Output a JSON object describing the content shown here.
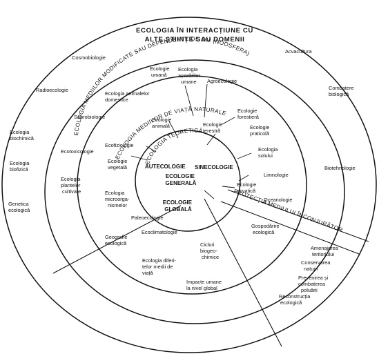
{
  "outer_title": {
    "line1": "ECOLOGIA ÎN INTERACȚIUNE CU",
    "line2": "ALTE ȘTIINȚE SAU DOMENII"
  },
  "ring_headers": {
    "modified": "ECOLOGIA MEDIILOR MODIFICATE SAU DEPENDENTE DE OM (NOOSFERA)",
    "natural": "ECOLOGIA MEDIILOR DE VIAȚĂ NATURALE",
    "theoretical": "ECOLOGIA TEORETICĂ",
    "protection": "PROTECȚIA MEDIULUI ÎNCONJURĂTOR"
  },
  "outer_ring": {
    "cosmobiologie": "Cosmobiologie",
    "acvacultura": "Acvacultura",
    "radioecologie": "Radioecologie",
    "combatere": [
      "Combatere",
      "biologică"
    ],
    "biochimica": [
      "Ecologia",
      "biochimică"
    ],
    "biofizica": [
      "Ecologia",
      "biofizică"
    ],
    "biotehnologie": "Biotehnologie",
    "genetica": [
      "Genetica",
      "ecologică"
    ]
  },
  "modified_ring": {
    "ecologie_umana": [
      "Ecologie",
      "umană"
    ],
    "asezarilor": [
      "Ecologia",
      "așezărilor",
      "umane"
    ],
    "agroecologie": "Agroecologie",
    "animalelor_domestice": [
      "Ecologia animalelor",
      "domestice"
    ],
    "saprobiologie": "Saprobiologie",
    "ecotoxicologie": "Ecotoxicologie",
    "plantelor_cultivate": [
      "Ecologia",
      "plantelor",
      "cultivate"
    ],
    "microorganismelor": [
      "Ecologia",
      "microorga-",
      "nismelor"
    ],
    "paleoecologie": "Paleoecologie",
    "geografie": [
      "Geografie",
      "ecologică"
    ],
    "ecoclimatologie": "Ecoclimatologie",
    "cicluri": [
      "Cicluri",
      "biogeo-",
      "chimice"
    ],
    "medii_de_viata": [
      "Ecologia diferi-",
      "telor medii de",
      "viață"
    ],
    "gospodarire": [
      "Gospodărire",
      "ecologică"
    ]
  },
  "natural_ring": {
    "forestiera": [
      "Ecologie",
      "forestieră"
    ],
    "terestra": [
      "Ecologie",
      "terestră"
    ],
    "praticola": [
      "Ecologie",
      "praticolă"
    ],
    "animala": [
      "Ecologie",
      "animală"
    ],
    "ecofiziologie": "Ecofiziologie",
    "vegetala": [
      "Ecologie",
      "vegetală"
    ],
    "solului": [
      "Ecologia",
      "solului"
    ],
    "limnologie": "Limnologie",
    "acvatica": [
      "Ecologie",
      "acvatică"
    ],
    "oceanologie": "Oceanologie"
  },
  "core": {
    "autecologie": "AUTECOLOGIE",
    "sinecologie": "SINECOLOGIE",
    "generala": [
      "ECOLOGIE",
      "GENERALĂ"
    ],
    "globala": [
      "ECOLOGIE",
      "GLOBALĂ"
    ]
  },
  "protection_sector": {
    "amenajarea": [
      "Amenajarea",
      "teritoriului"
    ],
    "conservarea": [
      "Conservarea",
      "naturii"
    ],
    "prevenirea": [
      "Prevenirea și",
      "combaterea",
      "poluării"
    ],
    "reconstructia": [
      "Reconstrucția",
      "ecologică"
    ],
    "impacte": [
      "Impacte umane",
      "la nivel global"
    ]
  }
}
